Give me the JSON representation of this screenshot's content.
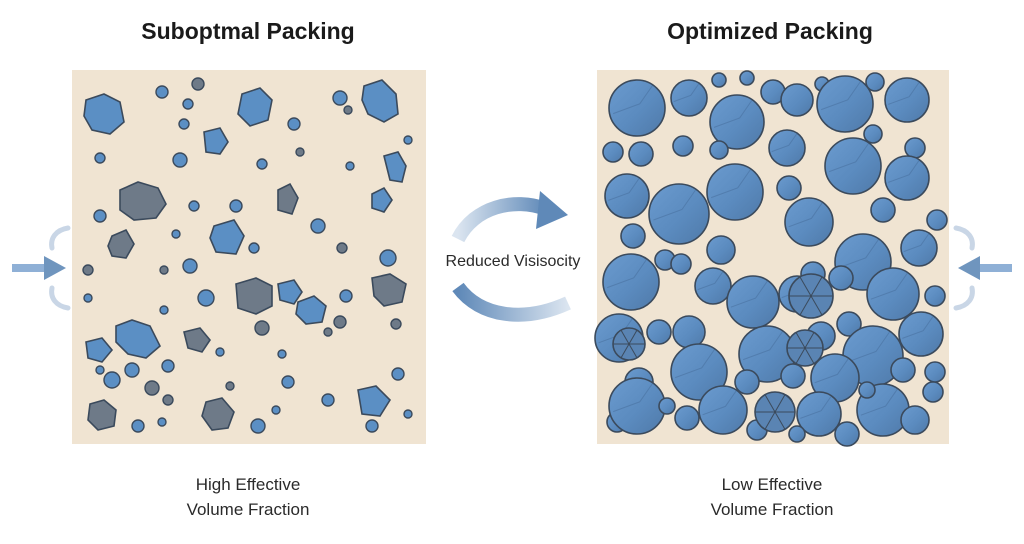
{
  "titles": {
    "left": "Suboptmal Packing",
    "right": "Optimized Packing"
  },
  "center": {
    "label": "Reduced Visisocity"
  },
  "captions": {
    "left_line1": "High Effective",
    "left_line2": "Volume Fraction",
    "right_line1": "Low Effective",
    "right_line2": "Volume Fraction"
  },
  "colors": {
    "panel_bg": "#f0e4d2",
    "particle_blue": "#5b8fc4",
    "particle_gray": "#6e7a88",
    "outline": "#3b4a5c",
    "arrow": "#6f95be"
  },
  "icons": {
    "cycle": "curved-double-arrow-icon",
    "pressure": "inward-arrow-icon"
  }
}
